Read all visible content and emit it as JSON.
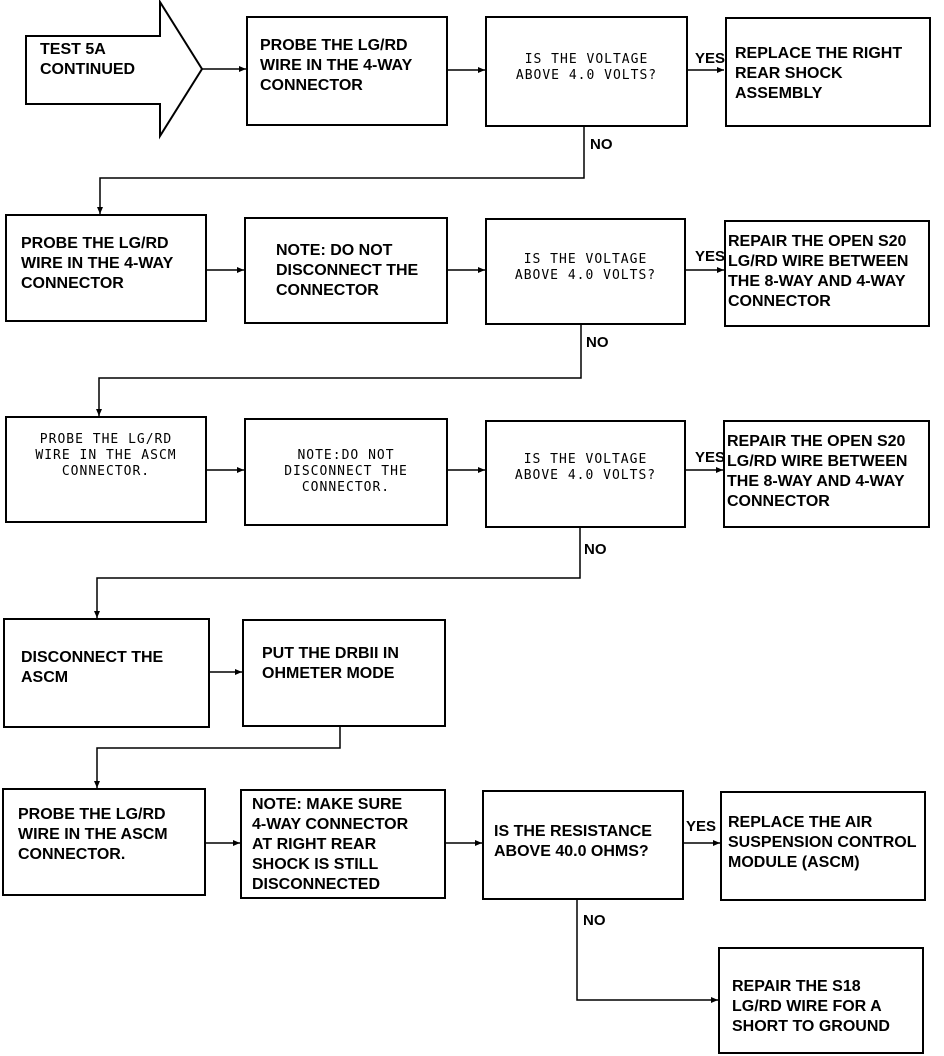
{
  "start": {
    "lines": [
      "TEST 5A",
      "CONTINUED"
    ]
  },
  "row1": {
    "probe": [
      "PROBE THE LG/RD",
      "WIRE IN THE 4-WAY",
      "CONNECTOR"
    ],
    "question": [
      "IS THE VOLTAGE",
      "ABOVE 4.0 VOLTS?"
    ],
    "yes_result": [
      "REPLACE THE RIGHT",
      "REAR SHOCK",
      "ASSEMBLY"
    ],
    "yes_label": "YES",
    "no_label": "NO"
  },
  "row2": {
    "probe": [
      "PROBE THE LG/RD",
      "WIRE IN THE 4-WAY",
      "CONNECTOR"
    ],
    "note": [
      "NOTE: DO NOT",
      "DISCONNECT THE",
      "CONNECTOR"
    ],
    "question": [
      "IS THE VOLTAGE",
      "ABOVE 4.0 VOLTS?"
    ],
    "yes_result": [
      "REPAIR THE OPEN S20",
      "LG/RD WIRE BETWEEN",
      "THE 8-WAY AND 4-WAY",
      "CONNECTOR"
    ],
    "yes_label": "YES",
    "no_label": "NO"
  },
  "row3": {
    "probe": [
      "PROBE THE LG/RD",
      "WIRE IN THE ASCM",
      "CONNECTOR."
    ],
    "note": [
      "NOTE:DO NOT",
      "DISCONNECT THE",
      "CONNECTOR."
    ],
    "question": [
      "IS THE VOLTAGE",
      "ABOVE 4.0 VOLTS?"
    ],
    "yes_result": [
      "REPAIR THE OPEN S20",
      "LG/RD WIRE BETWEEN",
      "THE 8-WAY AND 4-WAY",
      "CONNECTOR"
    ],
    "yes_label": "YES",
    "no_label": "NO"
  },
  "row4": {
    "disconnect": [
      "DISCONNECT THE",
      "ASCM"
    ],
    "ohmeter": [
      "PUT THE DRBII IN",
      "OHMETER MODE"
    ]
  },
  "row5": {
    "probe": [
      "PROBE THE LG/RD",
      "WIRE IN THE ASCM",
      "CONNECTOR."
    ],
    "note": [
      "NOTE: MAKE SURE",
      "4-WAY CONNECTOR",
      "AT RIGHT REAR",
      "SHOCK IS STILL",
      "DISCONNECTED"
    ],
    "question": [
      "IS THE RESISTANCE",
      "ABOVE 40.0 OHMS?"
    ],
    "yes_result": [
      "REPLACE THE AIR",
      "SUSPENSION CONTROL",
      "MODULE (ASCM)"
    ],
    "no_result": [
      "REPAIR THE S18",
      "LG/RD WIRE FOR A",
      "SHORT TO GROUND"
    ],
    "yes_label": "YES",
    "no_label": "NO"
  }
}
